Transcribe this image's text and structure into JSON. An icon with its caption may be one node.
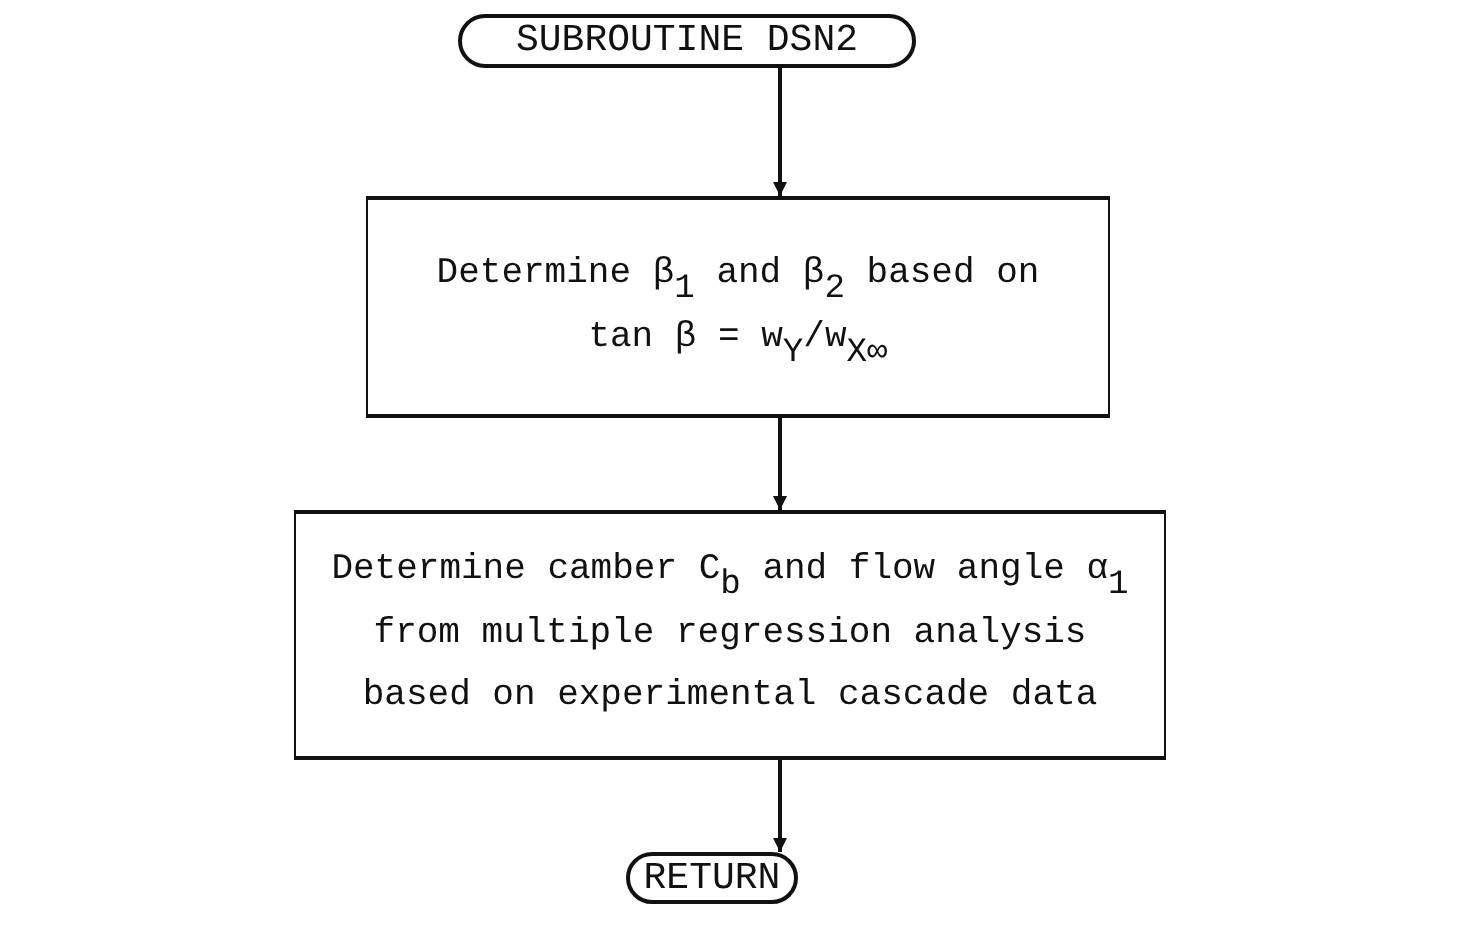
{
  "diagram": {
    "nodes": [
      {
        "text": [
          "SUBROUTINE DSN2"
        ]
      },
      {
        "text": [
          "Determine β$_{1}$ and β$_{2}$ based on tan β = w$_{Y}$/w$_{X∞}$"
        ]
      },
      {
        "text": [
          "Determine camber C$_{b}$ and flow angle α$_{1}$ from multiple regression analysis based on experimental cascade data"
        ]
      },
      {
        "text": [
          "RETURN"
        ]
      }
    ],
    "edges": [
      {
        "from": 0,
        "to": 1,
        "arrow": "to"
      },
      {
        "from": 1,
        "to": 2,
        "arrow": "to"
      },
      {
        "from": 2,
        "to": 3,
        "arrow": "to"
      }
    ]
  }
}
